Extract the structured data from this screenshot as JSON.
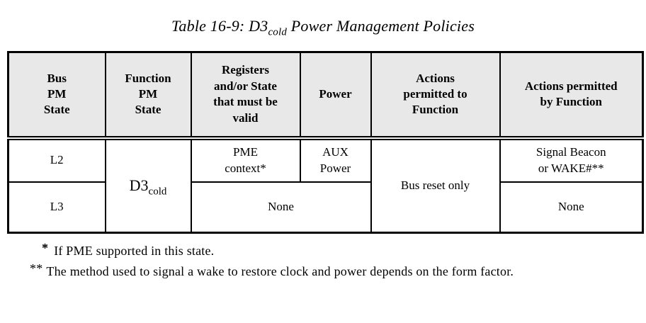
{
  "title": {
    "prefix": "Table 16-9: D3",
    "subscript": "cold",
    "suffix": " Power Management Policies"
  },
  "table": {
    "headers": [
      "Bus\nPM\nState",
      "Function\nPM\nState",
      "Registers\nand/or State\nthat must be\nvalid",
      "Power",
      "Actions\npermitted to\nFunction",
      "Actions permitted\nby Function"
    ],
    "function_pm_state": {
      "base": "D3",
      "sub": "cold"
    },
    "actions_to_function": "Bus reset only",
    "rows": [
      {
        "bus_pm_state": "L2",
        "registers": "PME\ncontext*",
        "power": "AUX\nPower",
        "actions_by_function": "Signal Beacon\nor WAKE#**"
      },
      {
        "bus_pm_state": "L3",
        "registers_power": "None",
        "actions_by_function": "None"
      }
    ]
  },
  "footnotes": [
    {
      "marker": "*",
      "text": "If PME supported in this state."
    },
    {
      "marker": "**",
      "text": "The method used to signal a wake to restore clock and power depends on the form factor."
    }
  ],
  "colors": {
    "header_bg": "#e8e8e8",
    "border": "#000000",
    "text": "#000000",
    "page_bg": "#ffffff"
  }
}
